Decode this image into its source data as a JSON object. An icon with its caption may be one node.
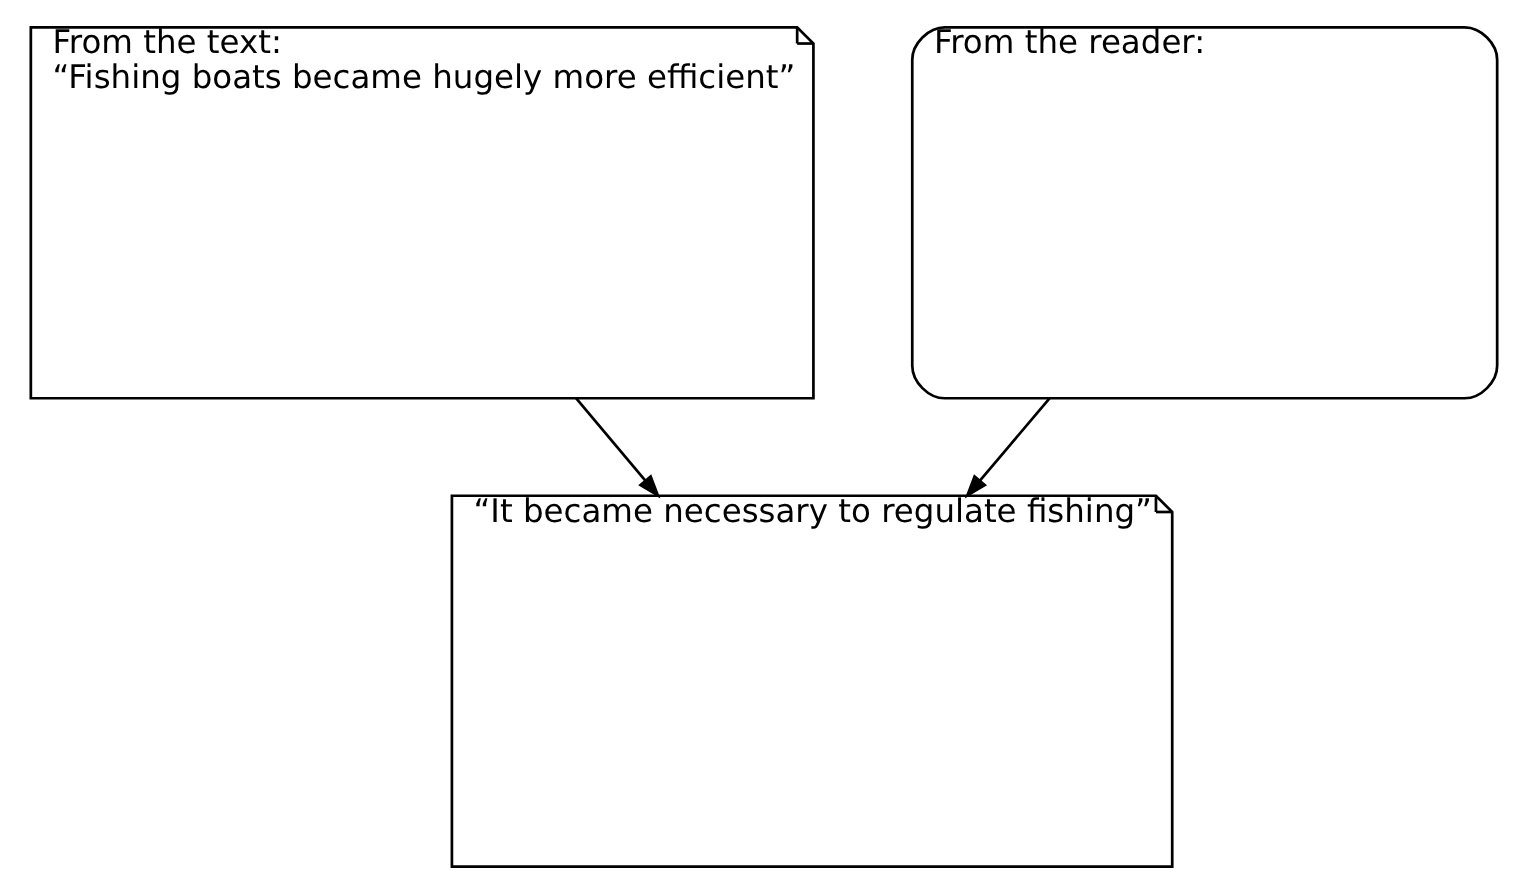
{
  "diagram": {
    "nodes": [
      {
        "text": [
          "From the text:",
          "“Fishing boats became hugely more efficient”"
        ]
      },
      {
        "text": [
          "From the reader:"
        ]
      },
      {
        "text": [
          "“It became necessary to regulate fishing”"
        ]
      }
    ],
    "edges": [
      {
        "from": 0,
        "to": 2,
        "arrow": "to"
      },
      {
        "from": 1,
        "to": 2,
        "arrow": "to"
      }
    ]
  }
}
